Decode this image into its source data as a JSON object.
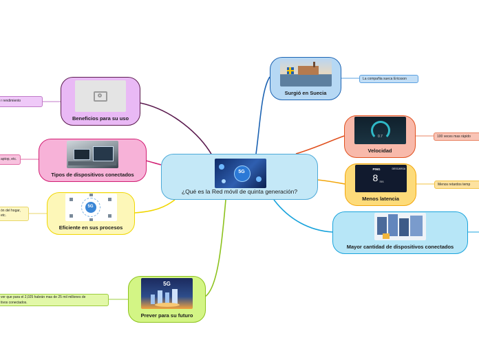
{
  "central": {
    "label": "¿Qué es la Red móvil de quinta generación?",
    "image_text": "5G"
  },
  "branches": {
    "beneficios": {
      "label": "Beneficios para su uso",
      "leaf": "r rendimiento"
    },
    "tipos": {
      "label": "Tipos de dispositivos conectados",
      "leaf": "aptop, etc."
    },
    "eficiente": {
      "label": "Eficiente en sus procesos",
      "leaf_line1": "ón del hogar,",
      "leaf_line2": "etc.",
      "image_text": "5G"
    },
    "prever": {
      "label": "Prever para su futuro",
      "leaf_line1": "ver que para el 2,025 habrán mas de 25 mil millones de",
      "leaf_line2": "tivos conectados.",
      "image_text": "5G"
    },
    "suecia": {
      "label": "Surgió en Suecia",
      "leaf": "La compañia sueca Ericsson"
    },
    "velocidad": {
      "label": "Velocidad",
      "leaf": "100 veces mas rápido",
      "image_text": "0.7"
    },
    "latencia": {
      "label": "Menos latencia",
      "leaf": "Menos retardos temp",
      "image_ping": "PING",
      "image_value": "8",
      "image_unit": "ms",
      "image_brand": "DESCARGA"
    },
    "dispositivos": {
      "label": "Mayor cantidad de dispositivos conectados"
    }
  },
  "colors": {
    "beneficios": "#e9b9f5",
    "tipos": "#f7b2d8",
    "eficiente": "#fdf7b8",
    "prever": "#d3f585",
    "suecia": "#b6d8f4",
    "velocidad": "#f8b9aa",
    "latencia": "#fddb7a",
    "dispositivos": "#b7e6f7"
  }
}
